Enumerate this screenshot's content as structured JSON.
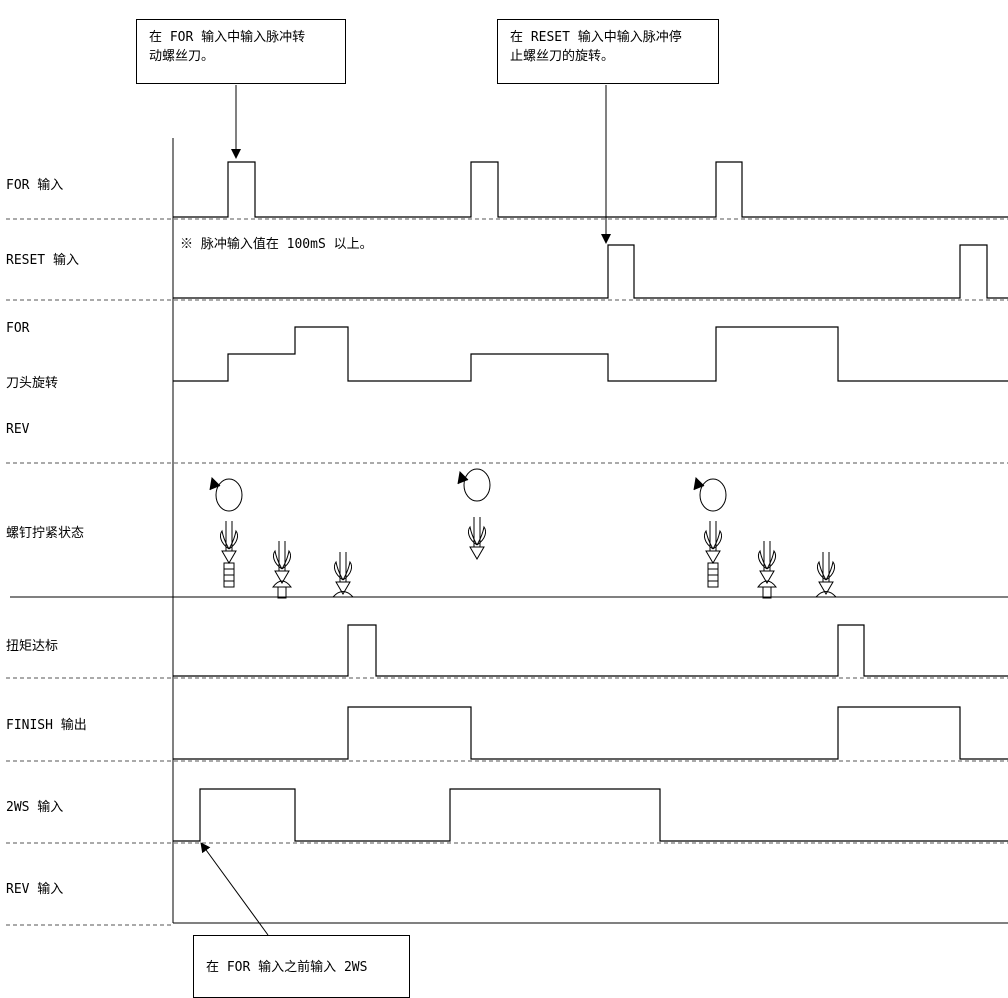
{
  "callouts": {
    "for_pulse": {
      "line1": "在 FOR 输入中输入脉冲转",
      "line2": "动螺丝刀。"
    },
    "reset_pulse": {
      "line1": "在 RESET 输入中输入脉冲停",
      "line2": "止螺丝刀的旋转。"
    },
    "ws_before": {
      "text": "在 FOR 输入之前输入 2WS"
    }
  },
  "note": "※ 脉冲输入值在 100mS 以上。",
  "rows": {
    "for_input": "FOR 输入",
    "reset_input": "RESET 输入",
    "rotation_for": "FOR",
    "rotation_title": "刀头旋转",
    "rotation_rev": "REV",
    "screw_state": "螺钉拧紧状态",
    "torque_reached": "扭矩达标",
    "finish_output": "FINISH 输出",
    "ws_input": "2WS 输入",
    "rev_input": "REV 输入"
  },
  "colors": {
    "line": "#000000",
    "divider": "#555555"
  }
}
